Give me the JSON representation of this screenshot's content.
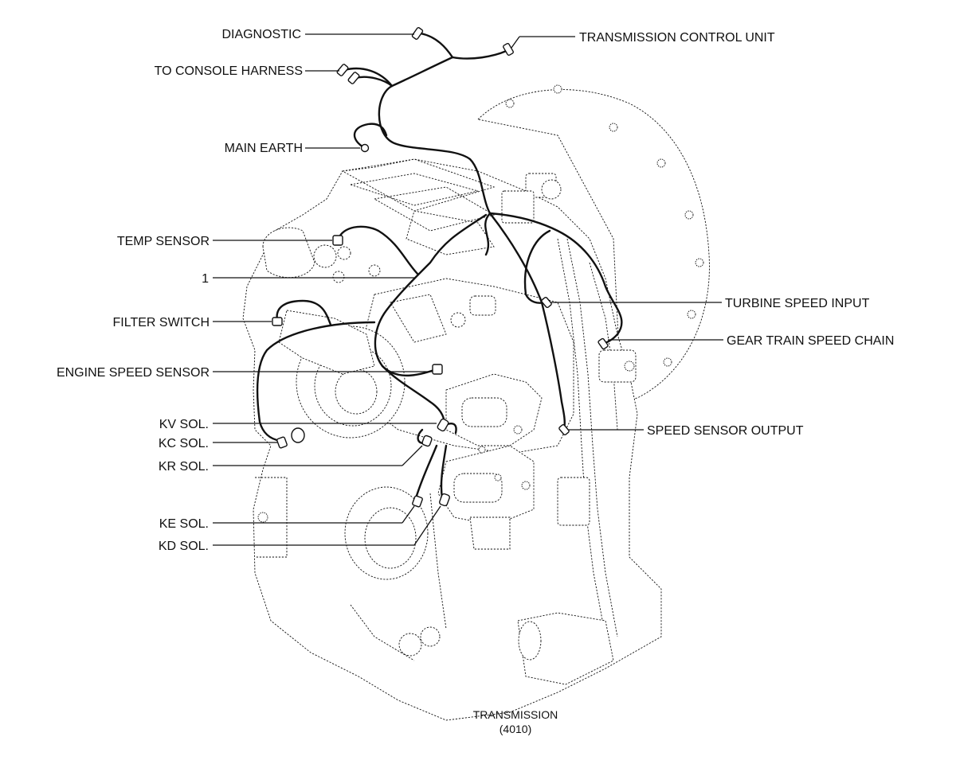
{
  "labels": {
    "diagnostic": "DIAGNOSTIC",
    "transmission_control_unit": "TRANSMISSION CONTROL UNIT",
    "to_console_harness": "TO CONSOLE HARNESS",
    "main_earth": "MAIN EARTH",
    "temp_sensor": "TEMP SENSOR",
    "item_1": "1",
    "filter_switch": "FILTER SWITCH",
    "turbine_speed_input": "TURBINE SPEED INPUT",
    "gear_train_speed_chain": "GEAR TRAIN SPEED CHAIN",
    "engine_speed_sensor": "ENGINE SPEED SENSOR",
    "kv_sol": "KV SOL.",
    "kc_sol": "KC SOL.",
    "kr_sol": "KR SOL.",
    "speed_sensor_output": "SPEED SENSOR OUTPUT",
    "ke_sol": "KE SOL.",
    "kd_sol": "KD SOL."
  },
  "caption": {
    "line1": "TRANSMISSION",
    "line2": "(4010)"
  }
}
